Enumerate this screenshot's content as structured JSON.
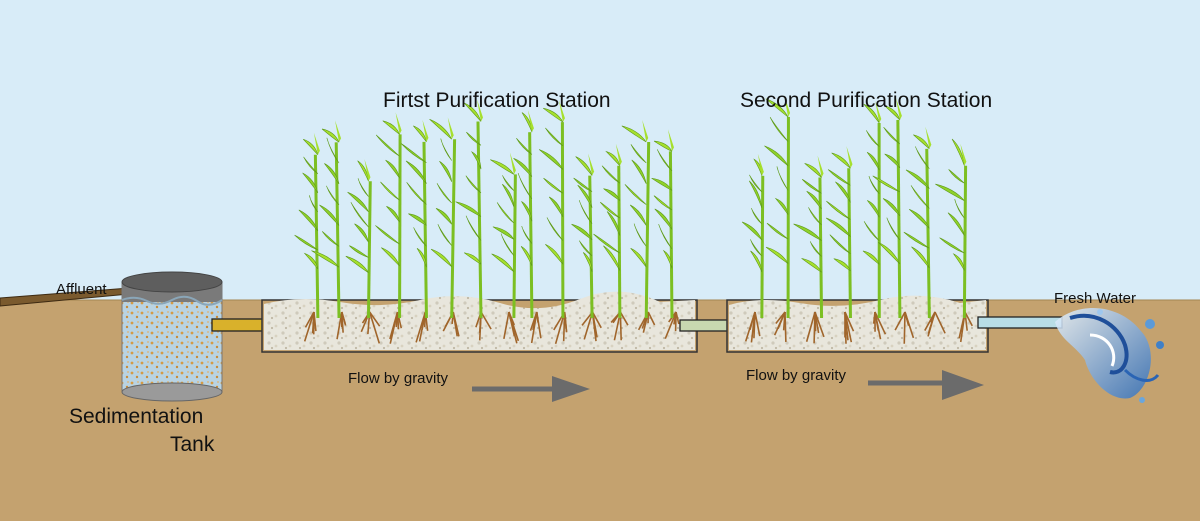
{
  "labels": {
    "station1": "Firtst Purification Station",
    "station2": "Second Purification Station",
    "affluent": "Affluent",
    "fresh_water": "Fresh Water",
    "flow1": "Flow by gravity",
    "flow2": "Flow by gravity",
    "tank_line1": "Sedimentation",
    "tank_line2": "Tank"
  },
  "colors": {
    "sky": "#d8ecf8",
    "soil": "#c4a26f",
    "gravel": "#e6e4da",
    "pipe_in": "#d9b12b",
    "pipe_mid": "#c8d8b0",
    "pipe_out": "#b8dde6",
    "arrow": "#6b6b6b",
    "plant": "#8fd12a",
    "root": "#a0652b"
  },
  "icons": {
    "tank": "sedimentation-tank-icon",
    "plants": "reed-plant-icon",
    "splash": "water-splash-icon"
  }
}
